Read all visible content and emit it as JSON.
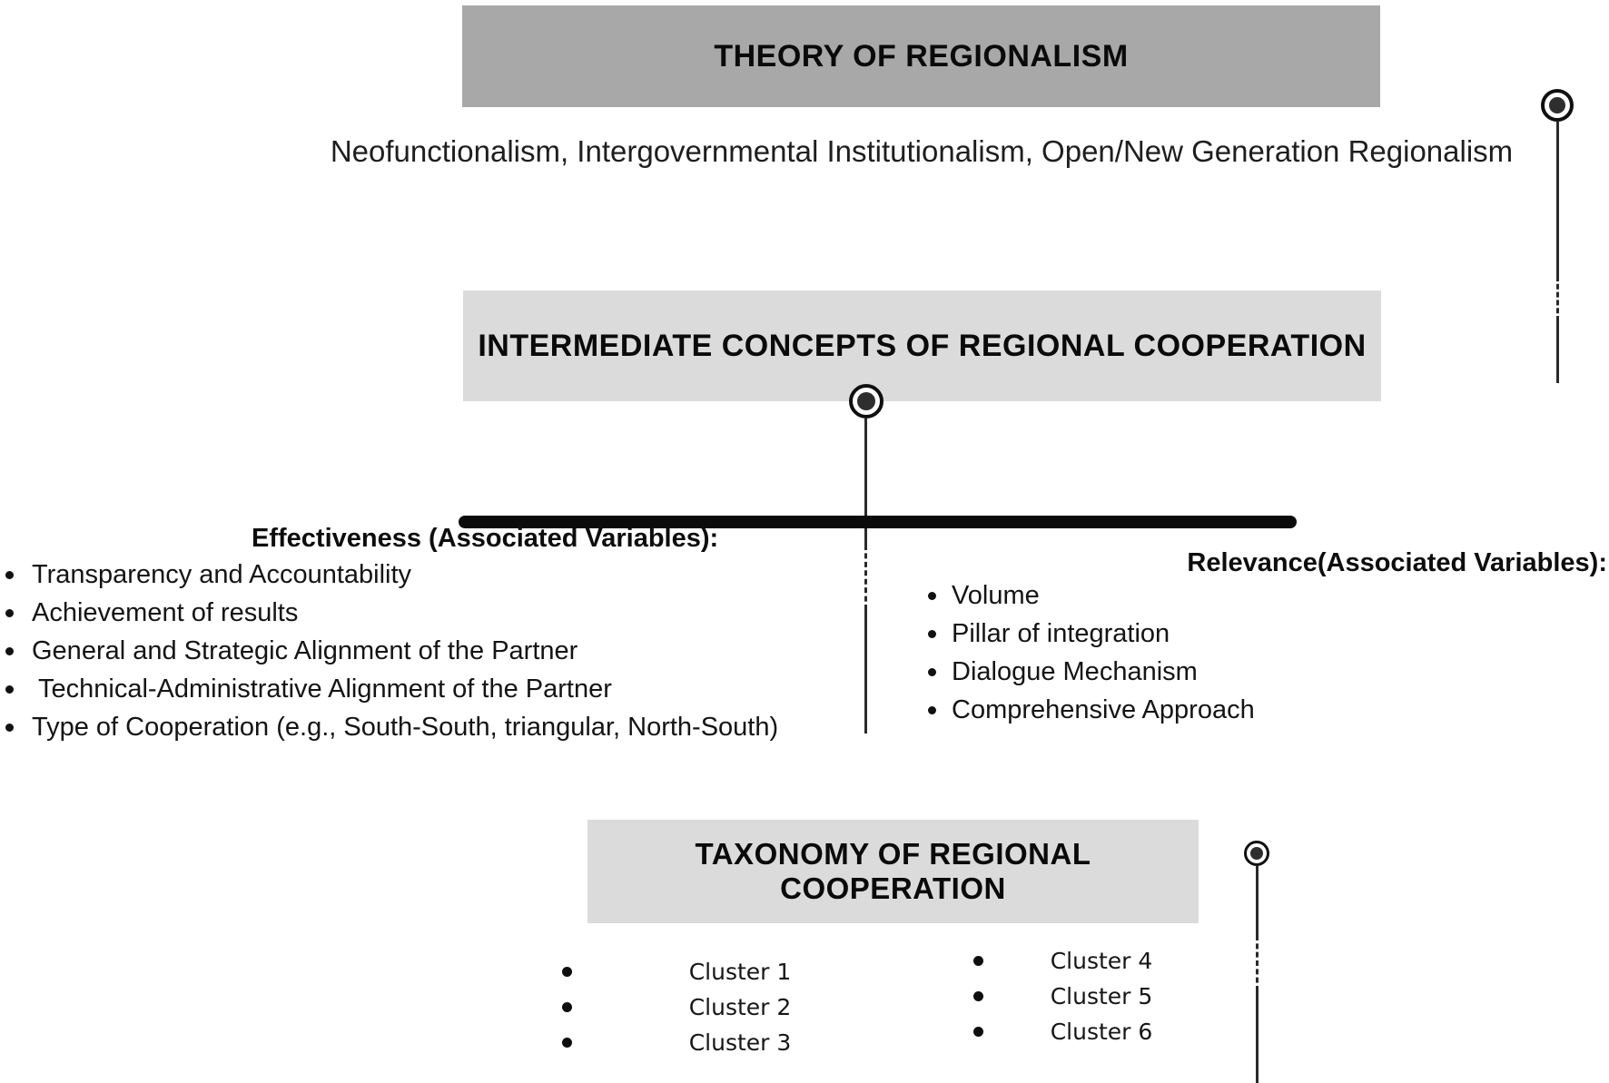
{
  "diagram": {
    "theory": {
      "box_label": "THEORY OF REGIONALISM",
      "theories_line": "Neofunctionalism, Intergovernmental Institutionalism, Open/New Generation Regionalism"
    },
    "intermediate": {
      "box_label": "INTERMEDIATE CONCEPTS OF REGIONAL COOPERATION"
    },
    "effectiveness": {
      "heading": "Effectiveness (Associated Variables):",
      "items": [
        "Transparency and Accountability",
        "Achievement of results",
        "General and Strategic Alignment of the Partner",
        "Technical-Administrative Alignment of the Partner",
        "Type of Cooperation (e.g., South-South, triangular, North-South)"
      ]
    },
    "relevance": {
      "heading": "Relevance(Associated Variables):",
      "items": [
        "Volume",
        "Pillar of integration",
        "Dialogue Mechanism",
        "Comprehensive Approach"
      ]
    },
    "taxonomy": {
      "box_label": "TAXONOMY OF REGIONAL COOPERATION",
      "clusters_left": [
        "Cluster 1",
        "Cluster 2",
        "Cluster 3"
      ],
      "clusters_right": [
        "Cluster 4",
        "Cluster 5",
        "Cluster 6"
      ]
    },
    "colors": {
      "box_dark_gray": "#a8a8a8",
      "box_light_gray": "#dbdbdb",
      "divider_bar": "#0b0b0b",
      "connector_line": "#2a2a2a",
      "text": "#141414"
    }
  }
}
